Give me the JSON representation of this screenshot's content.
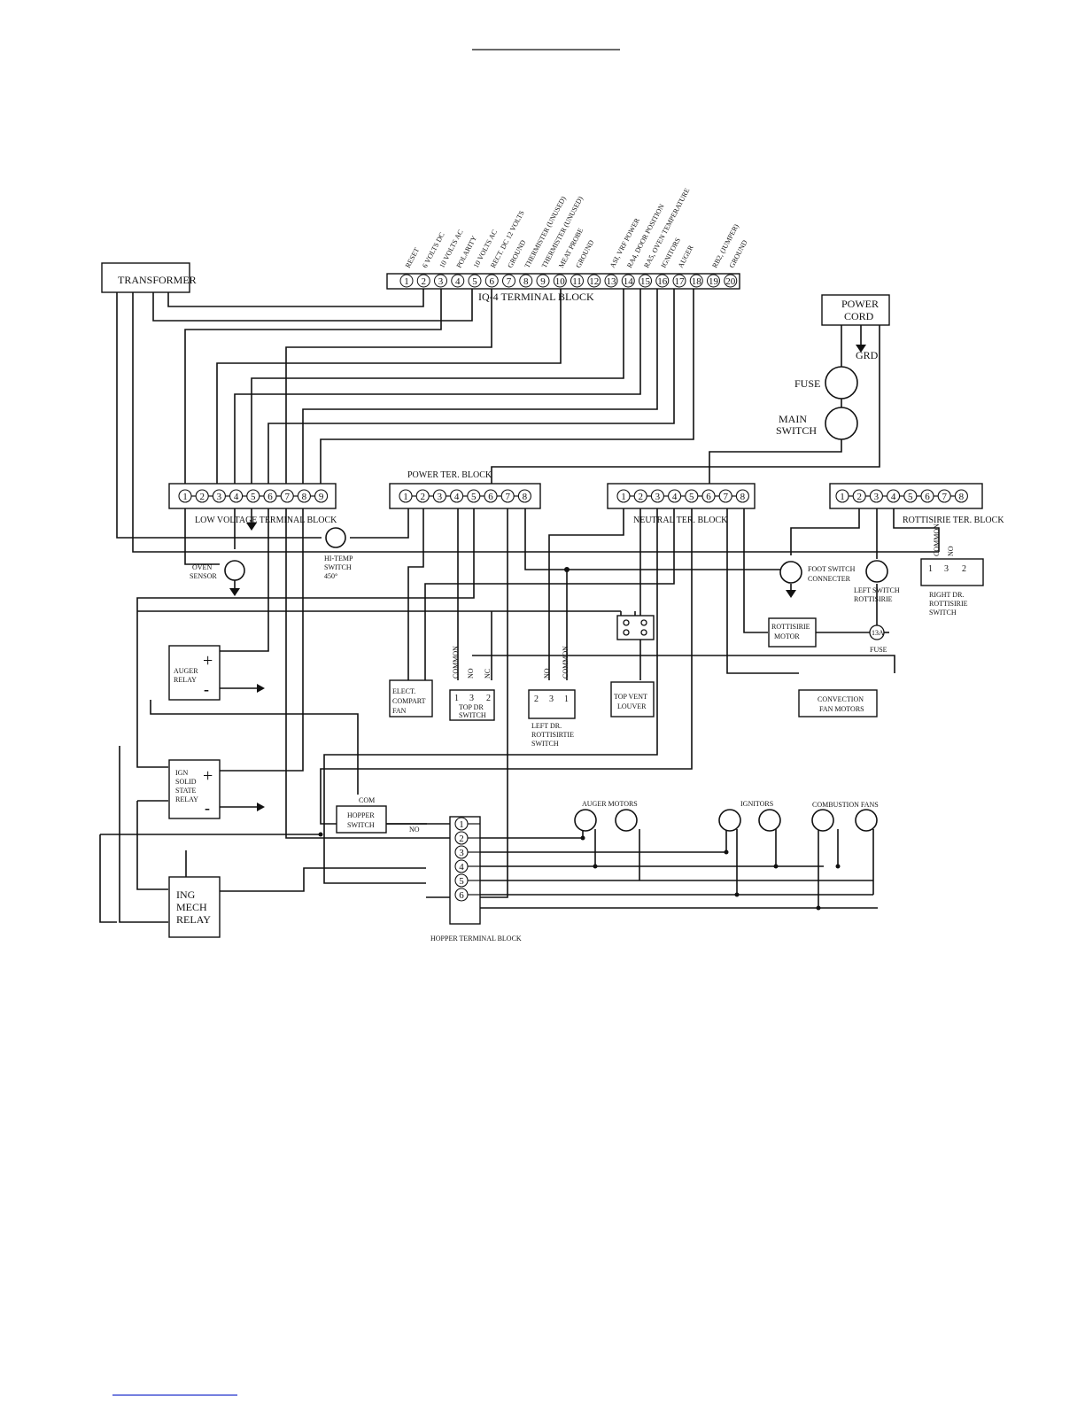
{
  "iq4_block": {
    "title": "IQ-4 TERMINAL BLOCK",
    "numbers": [
      "1",
      "2",
      "3",
      "4",
      "5",
      "6",
      "7",
      "8",
      "9",
      "10",
      "11",
      "12",
      "13",
      "14",
      "15",
      "16",
      "17",
      "18",
      "19",
      "20"
    ],
    "labels": [
      "RESET",
      "6 VOLTS DC",
      "10 VOLTS AC",
      "POLARITY",
      "10 VOLTS AC",
      "RECT. DC 12 VOLTS",
      "GROUND",
      "THERMISTER (UNUSED)",
      "THERMISTER (UNUSED)",
      "MEAT PROBE",
      "GROUND",
      "",
      "ASI, VRF POWER",
      "RA4, DOOR POSITION",
      "RA5, OVEN TEMPERATURE",
      "IGNITORS",
      "AUGER",
      "",
      "RB2, (JUMPER)",
      "GROUND"
    ]
  },
  "transformer": "TRANSFORMER",
  "power_cord": {
    "line1": "POWER",
    "line2": "CORD",
    "ground": "GRD"
  },
  "fuse_main": "FUSE",
  "main_switch": {
    "line1": "MAIN",
    "line2": "SWITCH"
  },
  "low_voltage_block": {
    "title": "LOW VOLTAGE TERMINAL BLOCK",
    "numbers": [
      "1",
      "2",
      "3",
      "4",
      "5",
      "6",
      "7",
      "8",
      "9"
    ]
  },
  "power_block": {
    "title": "POWER TER. BLOCK",
    "numbers": [
      "1",
      "2",
      "3",
      "4",
      "5",
      "6",
      "7",
      "8"
    ]
  },
  "neutral_block": {
    "title": "NEUTRAL TER. BLOCK",
    "numbers": [
      "1",
      "2",
      "3",
      "4",
      "5",
      "6",
      "7",
      "8"
    ]
  },
  "rottisirie_block": {
    "title": "ROTTISIRIE TER. BLOCK",
    "numbers": [
      "1",
      "2",
      "3",
      "4",
      "5",
      "6",
      "7",
      "8"
    ]
  },
  "hi_temp": {
    "line1": "HI-TEMP",
    "line2": "SWITCH",
    "line3": "450°"
  },
  "oven_sensor": {
    "line1": "OVEN",
    "line2": "SENSOR"
  },
  "foot_switch": {
    "line1": "FOOT SWITCH",
    "line2": "CONNECTER"
  },
  "left_switch": {
    "line1": "LEFT SWITCH",
    "line2": "ROTTISIRIE"
  },
  "right_dr_switch": {
    "nums": [
      "1",
      "3",
      "2"
    ],
    "pins": [
      "COMMON",
      "NO"
    ],
    "line1": "RIGHT DR.",
    "line2": "ROTTISIRIE",
    "line3": "SWITCH"
  },
  "rottisirie_motor": {
    "line1": "ROTTISIRIE",
    "line2": "MOTOR"
  },
  "small_fuse": {
    "rating": "13A",
    "label": "FUSE"
  },
  "auger_relay": {
    "line1": "AUGER",
    "line2": "RELAY",
    "plus": "+",
    "minus": "-"
  },
  "elect_fan": {
    "line1": "ELECT.",
    "line2": "COMPART",
    "line3": "FAN"
  },
  "top_dr_switch": {
    "pins": [
      "COMMON",
      "NO",
      "NC"
    ],
    "nums": [
      "1",
      "3",
      "2"
    ],
    "line1": "TOP DR",
    "line2": "SWITCH"
  },
  "left_dr_switch": {
    "pins": [
      "NO",
      "COMMON"
    ],
    "nums": [
      "2",
      "3",
      "1"
    ],
    "line1": "LEFT DR.",
    "line2": "ROTTISIRTIE",
    "line3": "SWITCH"
  },
  "top_vent": {
    "line1": "TOP VENT",
    "line2": "LOUVER"
  },
  "convection": {
    "line1": "CONVECTION",
    "line2": "FAN MOTORS"
  },
  "ign_relay": {
    "line1": "IGN",
    "line2": "SOLID",
    "line3": "STATE",
    "line4": "RELAY",
    "plus": "+",
    "minus": "-"
  },
  "hopper_switch": {
    "com": "COM",
    "line1": "HOPPER",
    "line2": "SWITCH",
    "no": "NO"
  },
  "ing_relay": {
    "line1": "ING",
    "line2": "MECH",
    "line3": "RELAY"
  },
  "hopper_block": {
    "title": "HOPPER TERMINAL BLOCK",
    "numbers": [
      "1",
      "2",
      "3",
      "4",
      "5",
      "6"
    ]
  },
  "auger_motors": "AUGER MOTORS",
  "ignitors": "IGNITORS",
  "combustion_fans": "COMBUSTION FANS"
}
